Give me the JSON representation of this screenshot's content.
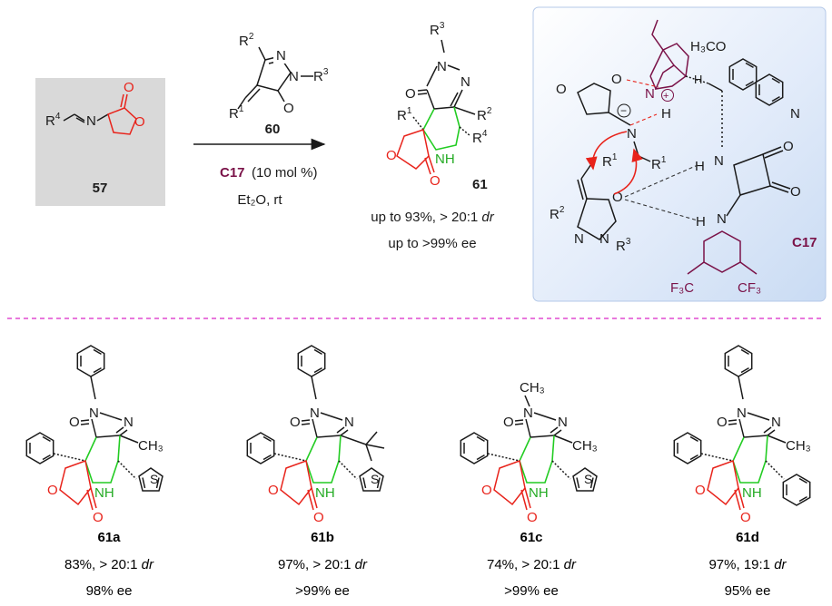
{
  "reaction": {
    "substrate_label": "57",
    "reagent_label": "60",
    "catalyst_label": "C17",
    "catalyst_loading": "(10 mol %)",
    "solvent": "Et₂O, rt",
    "product_label": "61",
    "yield_line1": "up to 93%, > 20:1 dr",
    "yield_line2": "up to >99% ee"
  },
  "catalyst_box": {
    "label": "C17",
    "methoxy": "H₃CO",
    "cf3_left": "F₃C",
    "cf3_right": "CF₃"
  },
  "examples": [
    {
      "label": "61a",
      "yield": "83%, > 20:1 dr",
      "ee": "98% ee",
      "r3": "Ph",
      "r2": "CH₃",
      "r4": "thienyl"
    },
    {
      "label": "61b",
      "yield": "97%, > 20:1 dr",
      "ee": ">99% ee",
      "r3": "Ph",
      "r2": "tBu",
      "r4": "thienyl"
    },
    {
      "label": "61c",
      "yield": "74%, > 20:1 dr",
      "ee": ">99% ee",
      "r3": "CH₃",
      "r2": "CH₃",
      "r4": "thienyl"
    },
    {
      "label": "61d",
      "yield": "97%, 19:1 dr",
      "ee": "95% ee",
      "r3": "Ph",
      "r2": "CH₃",
      "r4": "Ph"
    }
  ],
  "colors": {
    "highlight_red": "#e8231b",
    "highlight_green": "#22cc22",
    "catalyst_purple": "#7a1248",
    "separator_pink": "#e04ad0",
    "substrate_box": "#d9d9d9",
    "catalyst_panel": "#dde8f7"
  }
}
